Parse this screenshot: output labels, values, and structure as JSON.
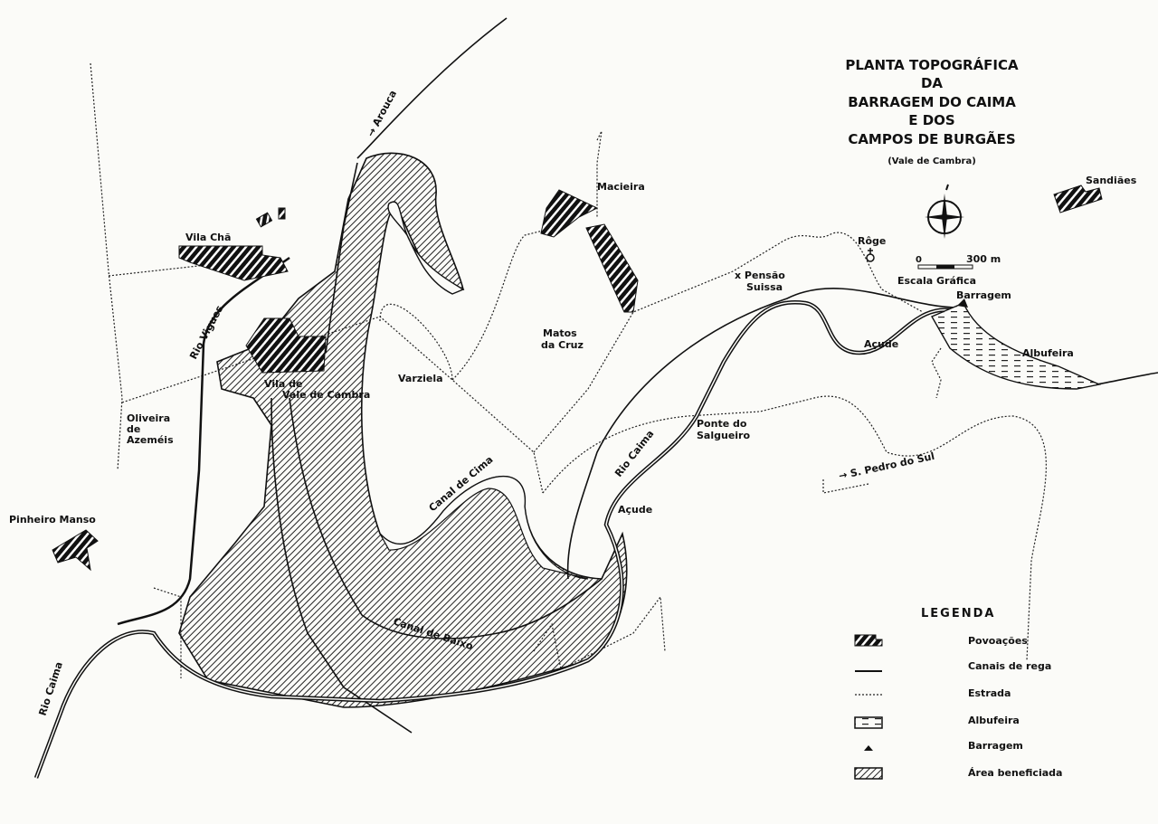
{
  "title": {
    "line1": "PLANTA TOPOGRÁFICA",
    "line2": "DA",
    "line3": "BARRAGEM DO CAIMA",
    "line4": "E DOS",
    "line5": "CAMPOS DE BURGÃES",
    "subtitle": "(Vale de Cambra)"
  },
  "scale": {
    "zero": "0",
    "max": "300 m",
    "label": "Escala Gráfica"
  },
  "places": {
    "arouca": "→ Arouca",
    "vila_cha": "Vila Chã",
    "macieira": "Macieira",
    "sandiaes": "Sandiães",
    "roge": "Rôge",
    "pensao": "x Pensão",
    "suissa": "Suissa",
    "barragem": "Barragem",
    "albufeira": "Albufeira",
    "acude1": "Açude",
    "acude2": "Açude",
    "matos": "Matos",
    "da_cruz": "da Cruz",
    "varziela": "Varziela",
    "rio_vigues": "Rio Vigues",
    "vila_de": "Vila de",
    "vale_de_cambra": "Vale de Cambra",
    "oliveira": "Oliveira",
    "de": "de",
    "azemeis": "Azeméis",
    "pinheiro": "Pinheiro Manso",
    "ponte": "Ponte do",
    "salgueiro": "Salgueiro",
    "rio_caima_1": "Rio Caima",
    "rio_caima_2": "Rio Caima",
    "s_pedro": "→ S. Pedro do Sul",
    "canal_cima": "Canal de Cima",
    "canal_baixo": "Canal de Baixo"
  },
  "legend": {
    "title": "LEGENDA",
    "items": [
      {
        "label": "Povoações",
        "symbol": "town-hatch"
      },
      {
        "label": "Canais de rega",
        "symbol": "solid-line"
      },
      {
        "label": "Estrada",
        "symbol": "dotted-line"
      },
      {
        "label": "Albufeira",
        "symbol": "reservoir"
      },
      {
        "label": "Barragem",
        "symbol": "triangle"
      },
      {
        "label": "Área beneficiada",
        "symbol": "area-hatch"
      }
    ]
  }
}
